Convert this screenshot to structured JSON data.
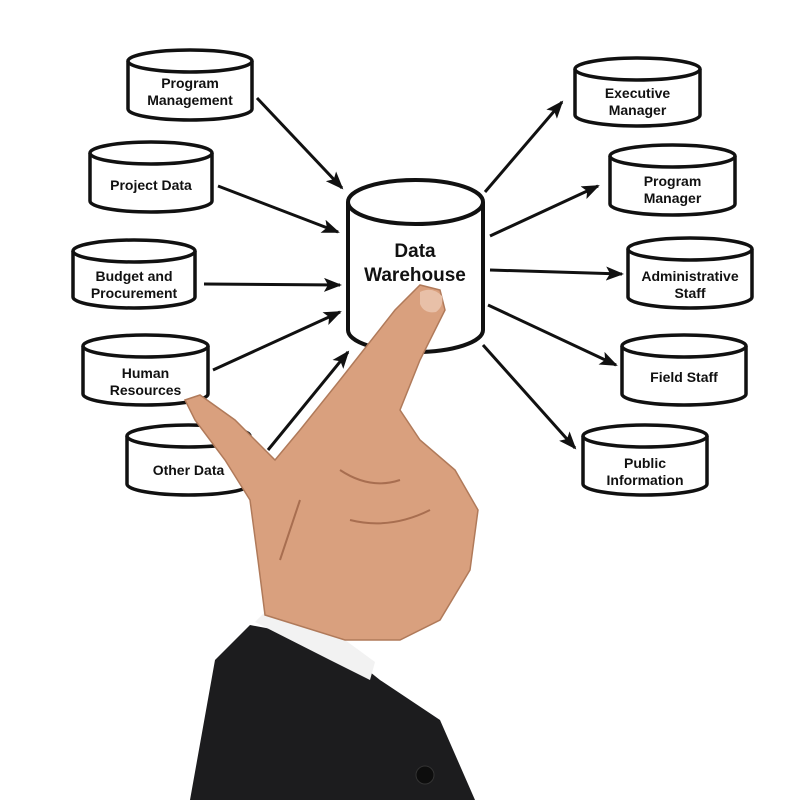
{
  "center": {
    "label_line1": "Data",
    "label_line2": "Warehouse"
  },
  "sources": [
    {
      "line1": "Program",
      "line2": "Management"
    },
    {
      "line1": "Project Data",
      "line2": ""
    },
    {
      "line1": "Budget and",
      "line2": "Procurement"
    },
    {
      "line1": "Human",
      "line2": "Resources"
    },
    {
      "line1": "Other Data",
      "line2": ""
    }
  ],
  "consumers": [
    {
      "line1": "Executive",
      "line2": "Manager"
    },
    {
      "line1": "Program",
      "line2": "Manager"
    },
    {
      "line1": "Administrative",
      "line2": "Staff"
    },
    {
      "line1": "Field Staff",
      "line2": ""
    },
    {
      "line1": "Public",
      "line2": "Information"
    }
  ],
  "colors": {
    "stroke": "#111111",
    "skin": "#d9a07e",
    "suit": "#1c1c1e",
    "cuff": "#f2f2f2"
  }
}
